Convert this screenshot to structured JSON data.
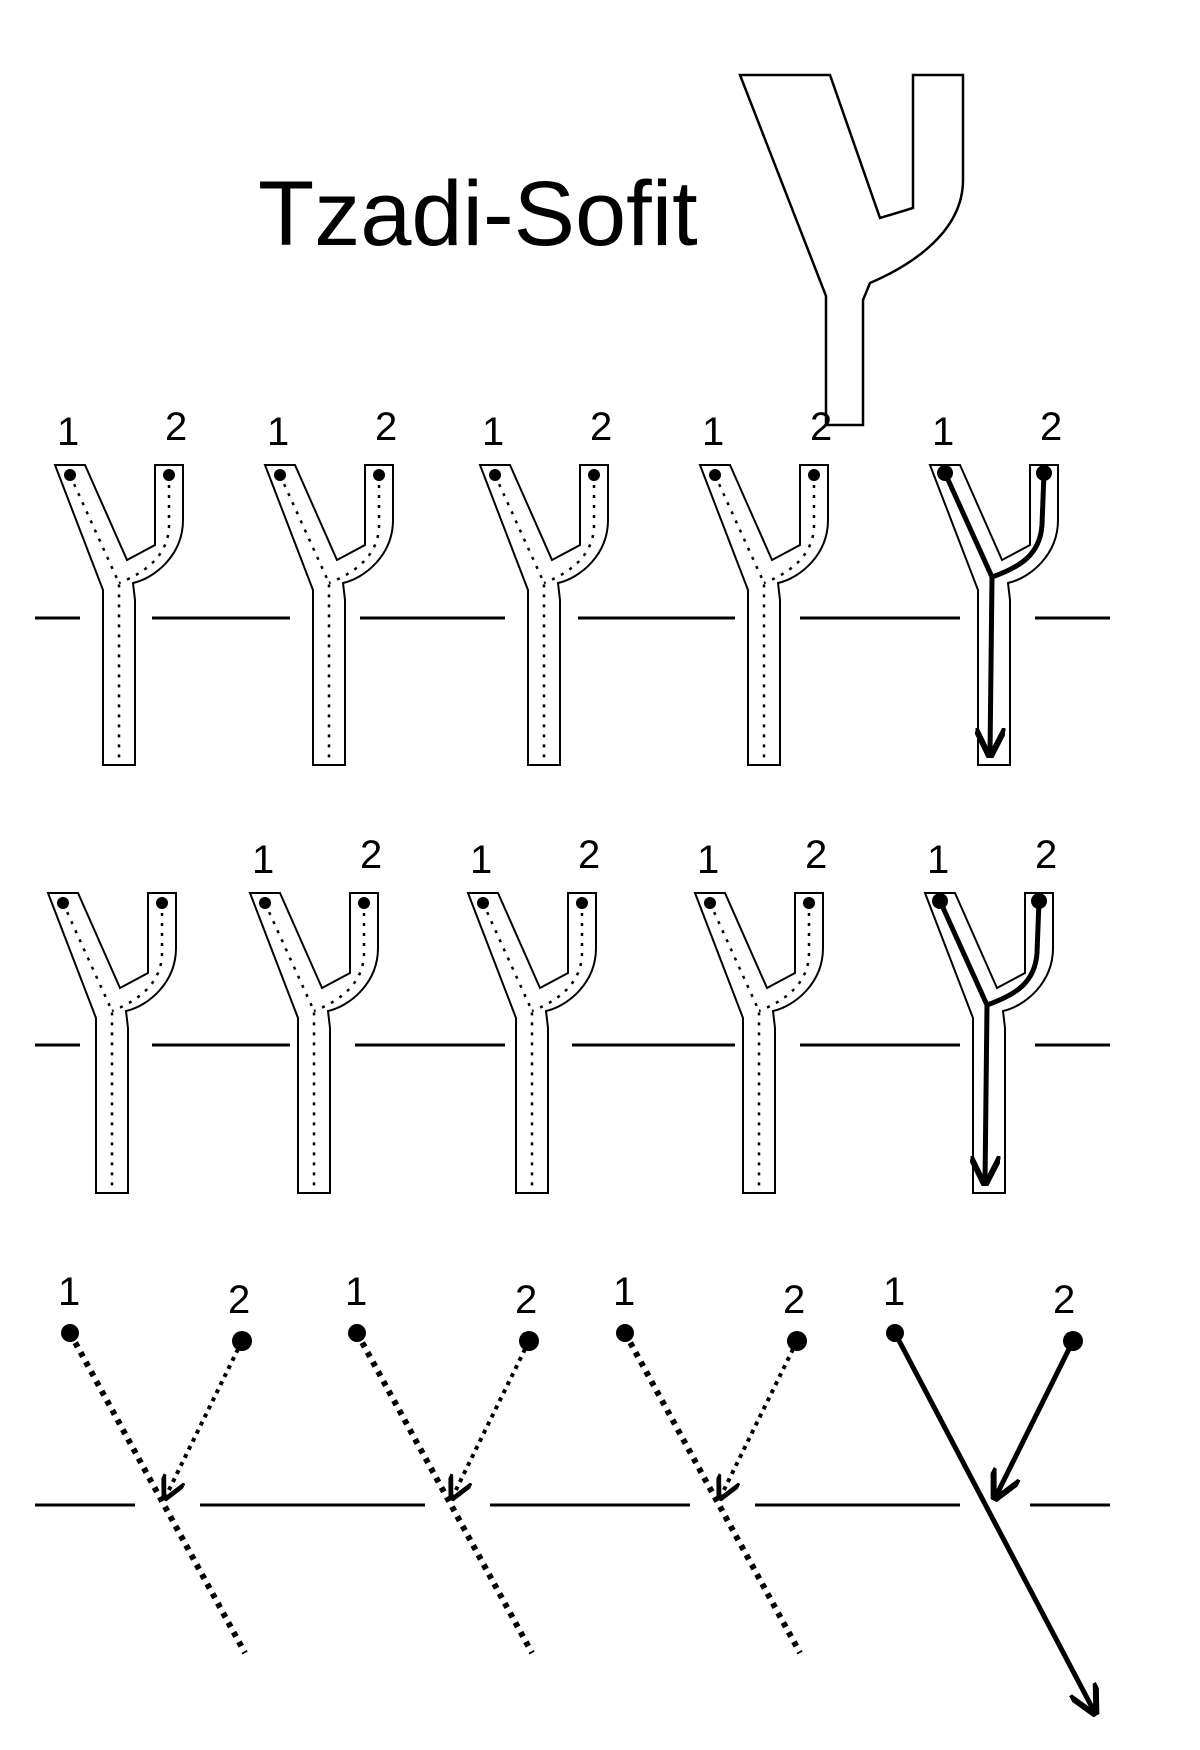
{
  "header": {
    "title": "Tzadi-Sofit",
    "letter_icon": "tzadi-sofit-letter-icon"
  },
  "stroke_labels": {
    "first": "1",
    "second": "2"
  },
  "rows": [
    {
      "name": "outline-row-1",
      "style": "outline",
      "cells": 5,
      "labeled_cells": 5,
      "example_cell": 5
    },
    {
      "name": "outline-row-2",
      "style": "outline",
      "cells": 5,
      "labeled_cells": 4,
      "example_cell": 5
    },
    {
      "name": "line-row",
      "style": "line",
      "cells": 4,
      "labeled_cells": 4,
      "example_cell": 4
    }
  ],
  "colors": {
    "ink": "#000000",
    "paper": "#ffffff"
  }
}
